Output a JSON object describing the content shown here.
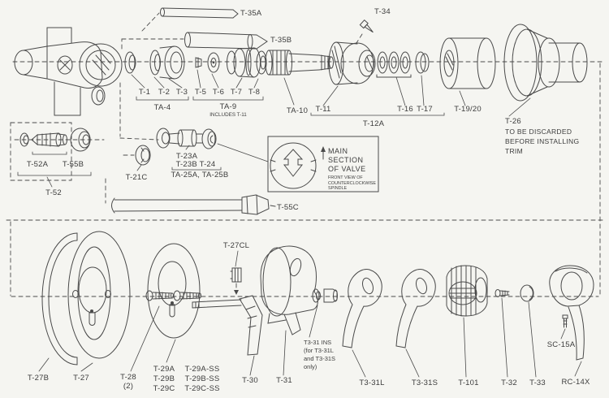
{
  "page": {
    "background": "#f5f5f1",
    "ink": "#4a4a4a",
    "text_color": "#3d3d3d"
  },
  "top_assembly": {
    "t35a": "T-35A",
    "t35b": "T-35B",
    "t34": "T-34",
    "t1": "T-1",
    "t2": "T-2",
    "t3": "T-3",
    "ta4": "TA-4",
    "t5": "T-5",
    "t6": "T-6",
    "t7": "T-7",
    "t8": "T-8",
    "ta9": "TA-9",
    "ta9_note": "INCLUDES T-11",
    "ta10": "TA-10",
    "t11": "T-11",
    "t16": "T-16",
    "t17": "T-17",
    "t12a": "T-12A",
    "t19_20": "T-19/20",
    "t26": "T-26",
    "t26_note_line1": "TO BE DISCARDED",
    "t26_note_line2": "BEFORE INSTALLING",
    "t26_note_line3": "TRIM"
  },
  "middle_assembly": {
    "t52a": "T-52A",
    "t55b": "T-55B",
    "t52": "T-52",
    "t21c": "T-21C",
    "t23a": "T-23A",
    "t23b_t24": "T-23B T-24",
    "ta25a_ta25b": "TA-25A, TA-25B",
    "valve_section_box": {
      "line1": "MAIN",
      "line2": "SECTION",
      "line3": "OF VALVE",
      "small_line1": "FRONT VIEW OF",
      "small_line2": "COUNTERCLOCKWISE",
      "small_line3": "SPINDLE"
    },
    "t55c": "T-55C"
  },
  "trim_assembly": {
    "t27cl": "T-27CL",
    "t27b": "T-27B",
    "t27": "T-27",
    "t28": "T-28",
    "t28_qty": "(2)",
    "t29a": "T-29A",
    "t29a_ss": "T-29A-SS",
    "t29b": "T-29B",
    "t29b_ss": "T-29B-SS",
    "t29c": "T-29C",
    "t29c_ss": "T-29C-SS",
    "t30": "T-30",
    "t31": "T-31",
    "t3_31_ins_line1": "T3-31 INS",
    "t3_31_ins_line2": "(for T3-31L",
    "t3_31_ins_line3": "and T3-31S",
    "t3_31_ins_line4": "only)",
    "t3_31l": "T3-31L",
    "t3_31s": "T3-31S",
    "t101": "T-101",
    "t32": "T-32",
    "t33": "T-33",
    "sc15a": "SC-15A",
    "rc14x": "RC-14X"
  }
}
